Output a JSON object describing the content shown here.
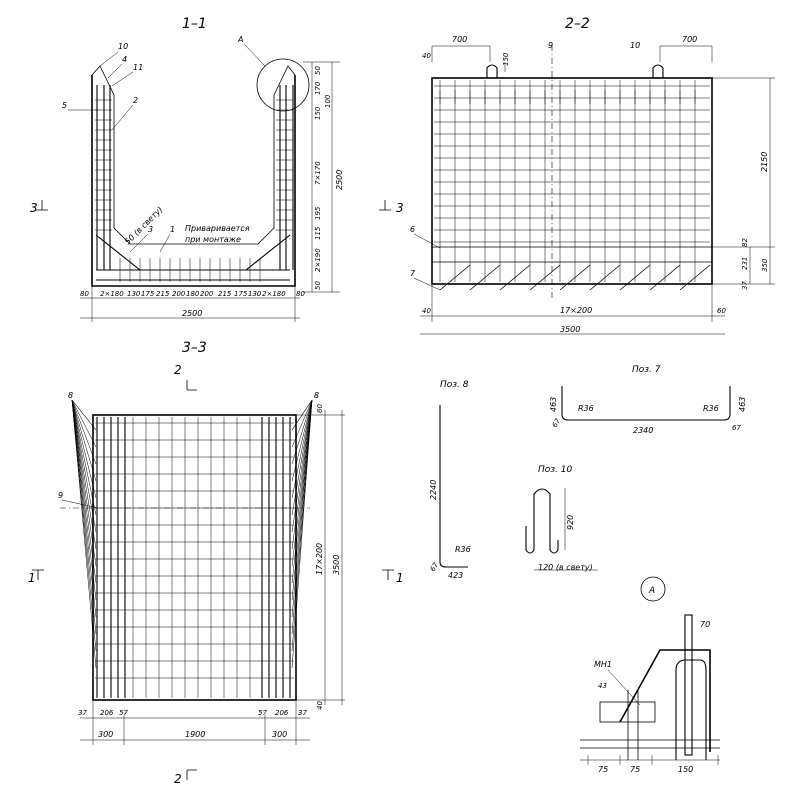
{
  "sections": {
    "s11": "1–1",
    "s22": "2–2",
    "s33": "3–3"
  },
  "cut_marks": {
    "one": "1",
    "two": "2",
    "three": "3"
  },
  "detail": {
    "letter": "A",
    "mh": "МН1"
  },
  "pos_titles": {
    "p7": "Поз. 7",
    "p8": "Поз. 8",
    "p10": "Поз. 10"
  },
  "s11": {
    "callouts": [
      "10",
      "4",
      "11",
      "5",
      "2",
      "3",
      "1"
    ],
    "note1": "Приваривается",
    "note2": "при монтаже",
    "gap": "50 (в свету)",
    "right_dims": [
      "50",
      "170",
      "100",
      "150",
      "7×170",
      "195",
      "115",
      "2×190",
      "50"
    ],
    "height": "2500",
    "bottom_dims": [
      "80",
      "2×180",
      "130",
      "175",
      "215",
      "200",
      "180",
      "200",
      "215",
      "175",
      "130",
      "2×180",
      "80"
    ],
    "total": "2500"
  },
  "s22": {
    "top_dims": [
      "40",
      "700",
      "150",
      "9",
      "10",
      "700"
    ],
    "right_dims": [
      "2150",
      "82",
      "350",
      "231",
      "37"
    ],
    "left_callouts": [
      "6",
      "7"
    ],
    "bottom_dims": [
      "40",
      "17×200",
      "60"
    ],
    "total": "3500"
  },
  "s33": {
    "callouts": [
      "8",
      "8",
      "9"
    ],
    "right_dims": [
      "60",
      "17×200",
      "3500",
      "40"
    ],
    "bottom_small": [
      "37",
      "206",
      "57",
      "57",
      "206",
      "37"
    ],
    "bottom_big": [
      "300",
      "1900",
      "300"
    ]
  },
  "pos7": {
    "left": "463",
    "right": "463",
    "r1": "R36",
    "r2": "R36",
    "len": "2340",
    "a1": "67",
    "a2": "67"
  },
  "pos8": {
    "h": "2240",
    "r": "R36",
    "len": "423",
    "a": "67"
  },
  "pos10": {
    "h": "920",
    "w": "120 (в свету)"
  },
  "detailA": {
    "top": "70",
    "small": "43",
    "bottom": [
      "75",
      "75",
      "150"
    ]
  }
}
